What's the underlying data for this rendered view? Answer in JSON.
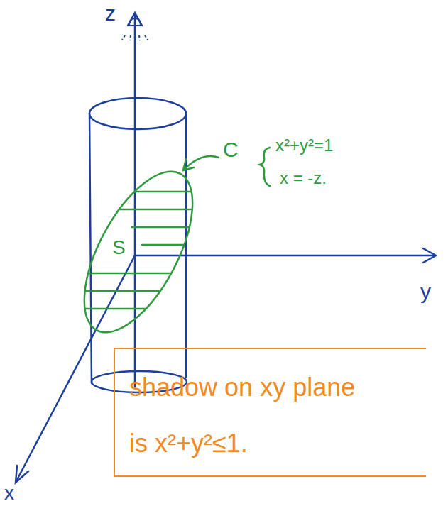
{
  "diagram": {
    "nodes": [
      {
        "text": [
          "shadow on xy plane is x²+y²≤1."
        ]
      }
    ],
    "labels": [
      "z",
      "y",
      "x",
      "C",
      "x²+y²=1",
      "x = -z.",
      "S"
    ]
  }
}
